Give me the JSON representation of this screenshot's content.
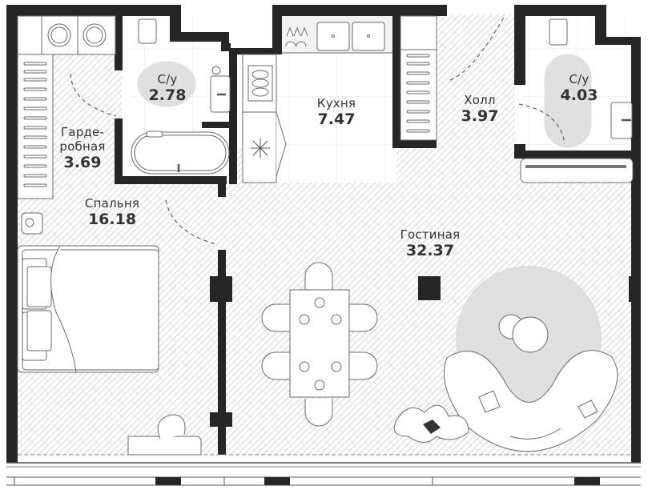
{
  "plan": {
    "colors": {
      "wall": "#262626",
      "hatch": "#d8d8d8",
      "tile_line": "#e6e6e6",
      "furniture_line": "#6a6a6a",
      "rug": "#dcdcdc",
      "text": "#333333"
    },
    "rooms": [
      {
        "id": "bathroom-1",
        "name": "С/у",
        "area": "2.78"
      },
      {
        "id": "wardrobe",
        "name": "Гарде-\nробная",
        "name_line1": "Гарде-",
        "name_line2": "робная",
        "area": "3.69"
      },
      {
        "id": "kitchen",
        "name": "Кухня",
        "area": "7.47"
      },
      {
        "id": "hall",
        "name": "Холл",
        "area": "3.97"
      },
      {
        "id": "bathroom-2",
        "name": "С/у",
        "area": "4.03"
      },
      {
        "id": "bedroom",
        "name": "Спальня",
        "area": "16.18"
      },
      {
        "id": "living-room",
        "name": "Гостиная",
        "area": "32.37"
      }
    ]
  }
}
